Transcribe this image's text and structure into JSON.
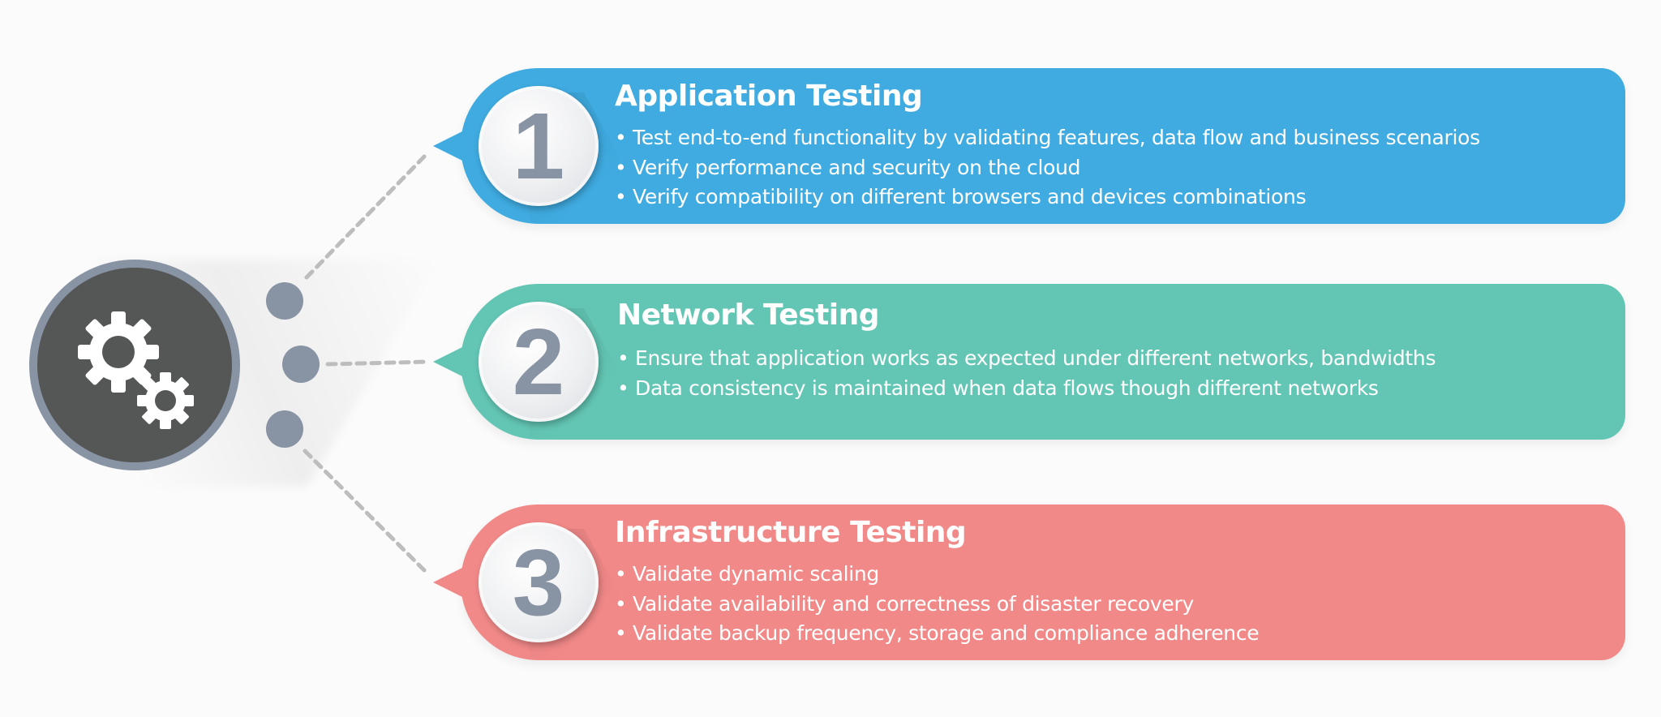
{
  "colors": {
    "blue": "#3fabe0",
    "green": "#63c6b4",
    "red": "#f28989",
    "hub_ring": "#8893a3",
    "hub_fill": "#555656",
    "number_text": "#8893a3",
    "connector": "#bdbdbd"
  },
  "hub": {
    "icon": "gears-icon"
  },
  "cards": [
    {
      "number": "1",
      "title": "Application Testing",
      "bullets": [
        "Test end-to-end functionality by validating features, data flow and business scenarios",
        "Verify performance and security on the cloud",
        "Verify compatibility on different browsers and devices combinations"
      ]
    },
    {
      "number": "2",
      "title": "Network Testing",
      "bullets": [
        "Ensure that application works as expected under different networks, bandwidths",
        "Data consistency is maintained when data flows though different networks"
      ]
    },
    {
      "number": "3",
      "title": "Infrastructure Testing",
      "bullets": [
        "Validate dynamic scaling",
        "Validate availability and correctness of disaster recovery",
        "Validate backup frequency, storage and compliance adherence"
      ]
    }
  ]
}
